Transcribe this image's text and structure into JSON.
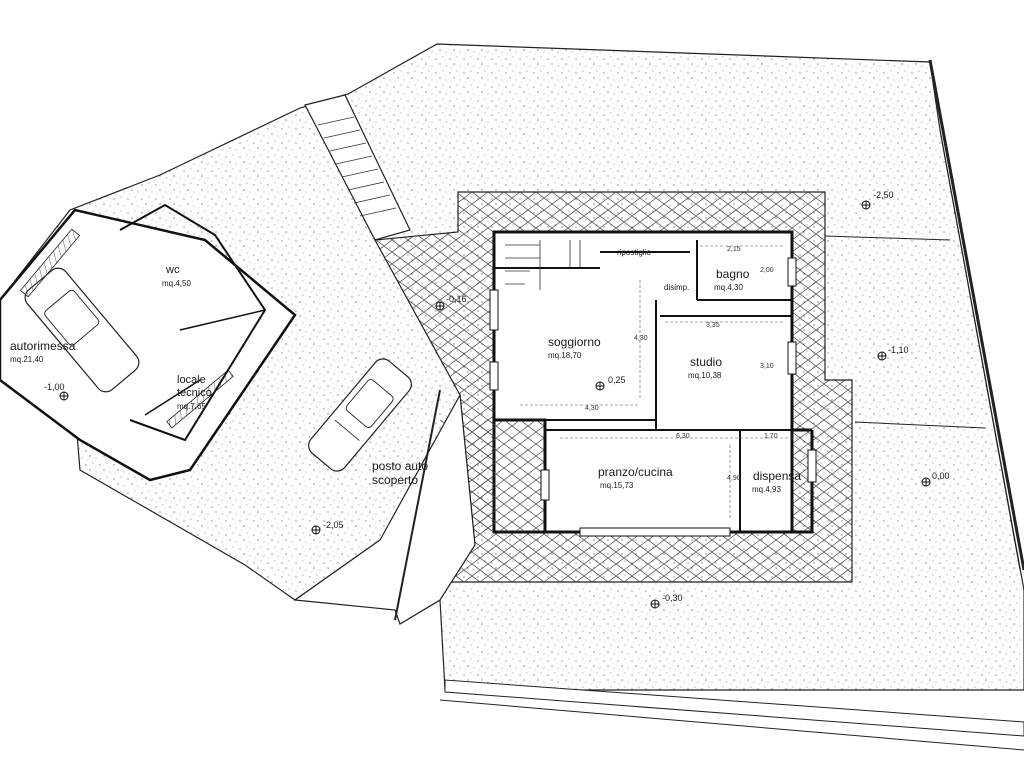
{
  "rooms": {
    "soggiorno": {
      "name": "soggiorno",
      "area": "mq.18,70"
    },
    "studio": {
      "name": "studio",
      "area": "mq.10,38"
    },
    "bagno": {
      "name": "bagno",
      "area": "mq.4,30"
    },
    "pranzo": {
      "name": "pranzo/cucina",
      "area": "mq.15,73"
    },
    "dispensa": {
      "name": "dispensa",
      "area": "mq.4,93"
    },
    "ripostiglio": {
      "name": "ripostiglio"
    },
    "disimp": {
      "name": "disimp."
    },
    "autorimessa": {
      "name": "autorimessa",
      "area": "mq.21,40"
    },
    "wc": {
      "name": "wc",
      "area": "mq.4,50"
    },
    "locale": {
      "name1": "locale",
      "name2": "tecnico",
      "area": "mq.7,65"
    },
    "posto": {
      "name1": "posto auto",
      "name2": "scoperto"
    }
  },
  "levels": {
    "l250": "-2,50",
    "l110": "-1,10",
    "l000": "0,00",
    "l025": "0,25",
    "l030": "-0,30",
    "l205": "-2,05",
    "l100": "-1,00",
    "l016": "-0,16"
  },
  "dims": {
    "d430a": "4,30",
    "d430b": "4,30",
    "d335": "3,35",
    "d215": "2,15",
    "d200": "2,00",
    "d310": "3,10",
    "d630": "6,30",
    "d170": "1,70",
    "d490": "4,90",
    "d452": "",
    "d130": "",
    "d350": "",
    "d310g": "",
    "d185": ""
  }
}
